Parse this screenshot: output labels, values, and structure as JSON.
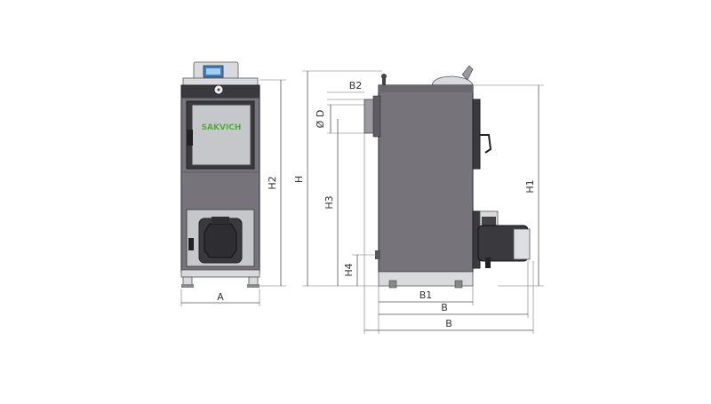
{
  "logo_text": "SAKVICH",
  "dimensions": {
    "A": "A",
    "B": "B",
    "B1": "B1",
    "B2": "B2",
    "H": "H",
    "H1": "H1",
    "H2": "H2",
    "H3": "H3",
    "H4": "H4",
    "D": "Ø D"
  },
  "colors": {
    "body": "#77737a",
    "door": "#c6c7cb",
    "dark": "#3a393e",
    "logo_green": "#4caf3a"
  }
}
